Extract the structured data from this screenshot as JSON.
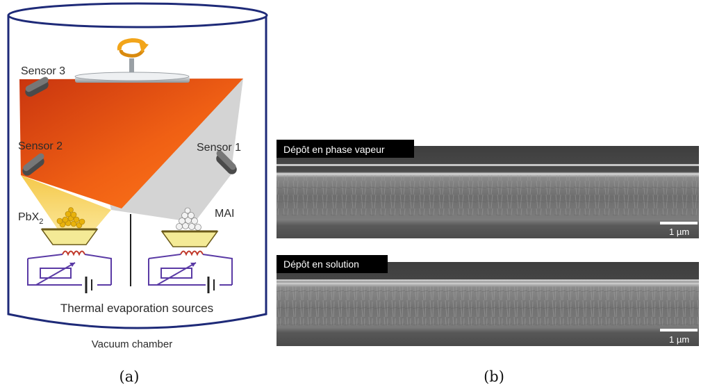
{
  "panel_a": {
    "sensor3": "Sensor 3",
    "sensor2": "Sensor 2",
    "sensor1": "Sensor 1",
    "source_left_main": "PbX",
    "source_left_sub": "2",
    "source_right": "MAI",
    "sources_label": "Thermal evaporation sources",
    "chamber_label": "Vacuum chamber",
    "caption": "(a)"
  },
  "panel_b": {
    "top_tag": "Dépôt en phase vapeur",
    "top_scale": "1 µm",
    "bottom_tag": "Dépôt en solution",
    "bottom_scale": "1 µm",
    "caption": "(b)"
  },
  "colors": {
    "chamber_outline": "#1e2a78",
    "vapor_orange": "#e8541a",
    "vapor_yellow": "#f7e07a",
    "vapor_grey": "#d5d5d5",
    "crucible_fill": "#f4ea96",
    "circuit": "#5a3aa5",
    "coil": "#c0392b"
  }
}
